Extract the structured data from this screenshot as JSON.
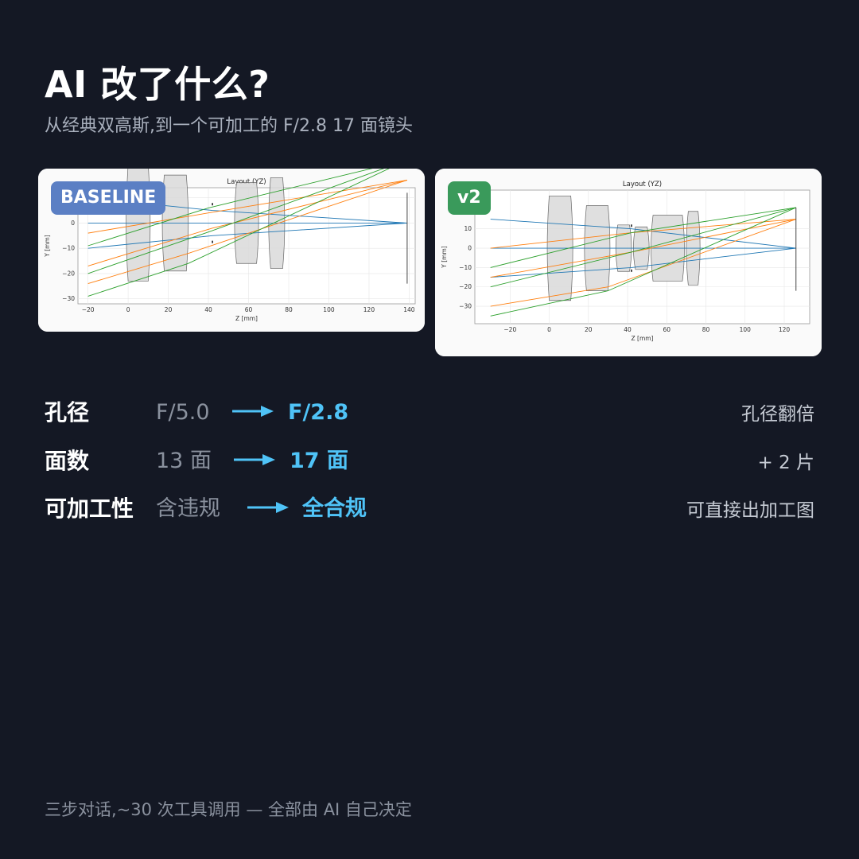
{
  "header": {
    "title": "AI 改了什么?",
    "subtitle": "从经典双高斯,到一个可加工的 F/2.8 17 面镜头"
  },
  "cards": {
    "baseline": {
      "badge": "BASELINE",
      "badge_color": "#5b7fc4"
    },
    "v2": {
      "badge": "v2",
      "badge_color": "#3a9a5b"
    }
  },
  "chart_data": [
    {
      "type": "line",
      "title": "Layout (YZ)",
      "xlabel": "Z [mm]",
      "ylabel": "Y [mm]",
      "xlim": [
        -25,
        143
      ],
      "ylim": [
        -32,
        14
      ],
      "xticks": [
        -20,
        0,
        20,
        40,
        60,
        80,
        100,
        120,
        140
      ],
      "yticks": [
        10,
        0,
        -10,
        -20,
        -30
      ],
      "grid": true,
      "lenses": [
        {
          "z1": 0,
          "z2": 10,
          "h": 23
        },
        {
          "z1": 18,
          "z2": 29,
          "h": 19
        },
        {
          "z1": 54,
          "z2": 64,
          "h": 16
        },
        {
          "z1": 71,
          "z2": 77,
          "h": 18
        }
      ],
      "stop": {
        "z": 42,
        "h": 7
      },
      "image_plane": {
        "z": 139,
        "top": 12,
        "bottom": -24
      },
      "series": [
        {
          "color": "#1f77b4",
          "points": [
            [
              -20,
              10
            ],
            [
              42,
              5
            ],
            [
              139,
              0
            ]
          ]
        },
        {
          "color": "#1f77b4",
          "points": [
            [
              -20,
              0
            ],
            [
              139,
              0
            ]
          ]
        },
        {
          "color": "#1f77b4",
          "points": [
            [
              -20,
              -10
            ],
            [
              42,
              -5
            ],
            [
              139,
              0
            ]
          ]
        },
        {
          "color": "#ff7f0e",
          "points": [
            [
              -20,
              -4
            ],
            [
              40,
              4
            ],
            [
              139,
              17
            ]
          ]
        },
        {
          "color": "#ff7f0e",
          "points": [
            [
              -20,
              -17
            ],
            [
              42,
              -2
            ],
            [
              139,
              17
            ]
          ]
        },
        {
          "color": "#ff7f0e",
          "points": [
            [
              -20,
              -24
            ],
            [
              30,
              -12
            ],
            [
              139,
              17
            ]
          ]
        },
        {
          "color": "#2ca02c",
          "points": [
            [
              -20,
              -9
            ],
            [
              40,
              6
            ],
            [
              139,
              25
            ]
          ]
        },
        {
          "color": "#2ca02c",
          "points": [
            [
              -20,
              -20
            ],
            [
              42,
              -3
            ],
            [
              139,
              25
            ]
          ]
        },
        {
          "color": "#2ca02c",
          "points": [
            [
              -20,
              -29
            ],
            [
              30,
              -16
            ],
            [
              139,
              25
            ]
          ]
        }
      ]
    },
    {
      "type": "line",
      "title": "Layout (YZ)",
      "xlabel": "Z [mm]",
      "ylabel": "Y [mm]",
      "xlim": [
        -38,
        133
      ],
      "ylim": [
        -39,
        30
      ],
      "xticks": [
        -20,
        0,
        20,
        40,
        60,
        80,
        100,
        120
      ],
      "yticks": [
        10,
        0,
        -10,
        -20,
        -30
      ],
      "grid": true,
      "lenses": [
        {
          "z1": 0,
          "z2": 11,
          "h": 27
        },
        {
          "z1": 19,
          "z2": 30,
          "h": 22
        },
        {
          "z1": 35,
          "z2": 41,
          "h": 12
        },
        {
          "z1": 44,
          "z2": 50,
          "h": 11
        },
        {
          "z1": 53,
          "z2": 68,
          "h": 17
        },
        {
          "z1": 71,
          "z2": 76,
          "h": 19
        }
      ],
      "stop": {
        "z": 42,
        "h": 11
      },
      "image_plane": {
        "z": 126,
        "top": 21,
        "bottom": -22
      },
      "series": [
        {
          "color": "#1f77b4",
          "points": [
            [
              -30,
              15
            ],
            [
              42,
              10
            ],
            [
              126,
              0
            ]
          ]
        },
        {
          "color": "#1f77b4",
          "points": [
            [
              -30,
              0
            ],
            [
              126,
              0
            ]
          ]
        },
        {
          "color": "#1f77b4",
          "points": [
            [
              -30,
              -15
            ],
            [
              42,
              -10
            ],
            [
              126,
              0
            ]
          ]
        },
        {
          "color": "#ff7f0e",
          "points": [
            [
              -30,
              0
            ],
            [
              42,
              8
            ],
            [
              126,
              15
            ]
          ]
        },
        {
          "color": "#ff7f0e",
          "points": [
            [
              -30,
              -15
            ],
            [
              42,
              -2
            ],
            [
              126,
              15
            ]
          ]
        },
        {
          "color": "#ff7f0e",
          "points": [
            [
              -30,
              -30
            ],
            [
              30,
              -20
            ],
            [
              126,
              15
            ]
          ]
        },
        {
          "color": "#2ca02c",
          "points": [
            [
              -30,
              -10
            ],
            [
              42,
              8
            ],
            [
              126,
              21
            ]
          ]
        },
        {
          "color": "#2ca02c",
          "points": [
            [
              -30,
              -20
            ],
            [
              42,
              -2
            ],
            [
              126,
              21
            ]
          ]
        },
        {
          "color": "#2ca02c",
          "points": [
            [
              -30,
              -35
            ],
            [
              30,
              -22
            ],
            [
              126,
              21
            ]
          ]
        }
      ]
    }
  ],
  "metrics": [
    {
      "label": "孔径",
      "from": "F/5.0",
      "to": "F/2.8",
      "note": "孔径翻倍"
    },
    {
      "label": "面数",
      "from": "13 面",
      "to": "17 面",
      "note": "+ 2 片"
    },
    {
      "label": "可加工性",
      "from": "含违规",
      "to": "全合规",
      "note": "可直接出加工图"
    }
  ],
  "colors": {
    "background": "#141824",
    "accent": "#4fc3f7",
    "muted": "#8a919e"
  },
  "footer": "三步对话,~30 次工具调用 — 全部由 AI 自己决定"
}
